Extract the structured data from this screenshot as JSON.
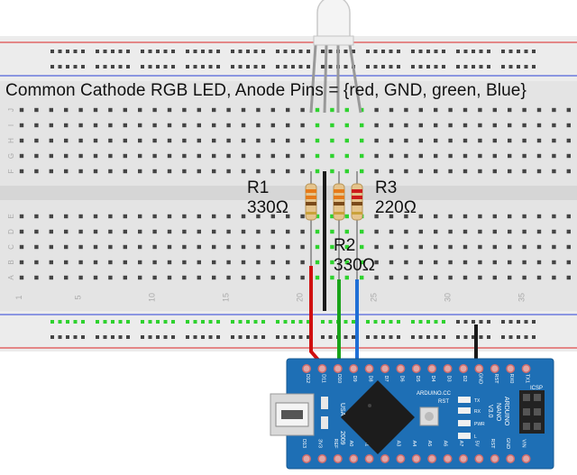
{
  "caption": "Common Cathode RGB LED, Anode Pins = {red, GND, green, Blue}",
  "resistors": [
    {
      "name": "R1",
      "value": "330Ω"
    },
    {
      "name": "R2",
      "value": "330Ω"
    },
    {
      "name": "R3",
      "value": "220Ω"
    }
  ],
  "breadboard": {
    "rows_top": [
      "J",
      "I",
      "H",
      "G",
      "F"
    ],
    "rows_bottom": [
      "E",
      "D",
      "C",
      "B",
      "A"
    ],
    "column_numbers": [
      "1",
      "5",
      "10",
      "15",
      "20",
      "25",
      "30",
      "35"
    ]
  },
  "arduino": {
    "top_pins": [
      "D12",
      "D11",
      "D10",
      "D9",
      "D8",
      "D7",
      "D6",
      "D5",
      "D4",
      "D3",
      "D2",
      "GND",
      "RST",
      "RX0",
      "TX1"
    ],
    "bottom_pins": [
      "D13",
      "3V3",
      "REF",
      "A0",
      "A1",
      "A2",
      "A3",
      "A4",
      "A5",
      "A6",
      "A7",
      "5V",
      "RST",
      "GND",
      "VIN"
    ],
    "board_text": [
      "ARDUINO",
      "NANO",
      "V3.0"
    ],
    "usa": "USA",
    "year": "2009",
    "cc": "ARDUINO.CC",
    "rst_label": "RST",
    "icsp": "ICSP",
    "led_labels": [
      "TX",
      "RX",
      "PWR",
      "L"
    ]
  },
  "colors": {
    "wire_red": "#d01010",
    "wire_black": "#1a1a1a",
    "wire_green": "#1aa31a",
    "wire_blue": "#1f6fd6",
    "board_blue": "#1e6fb5",
    "breadboard": "#e6e6e6"
  }
}
